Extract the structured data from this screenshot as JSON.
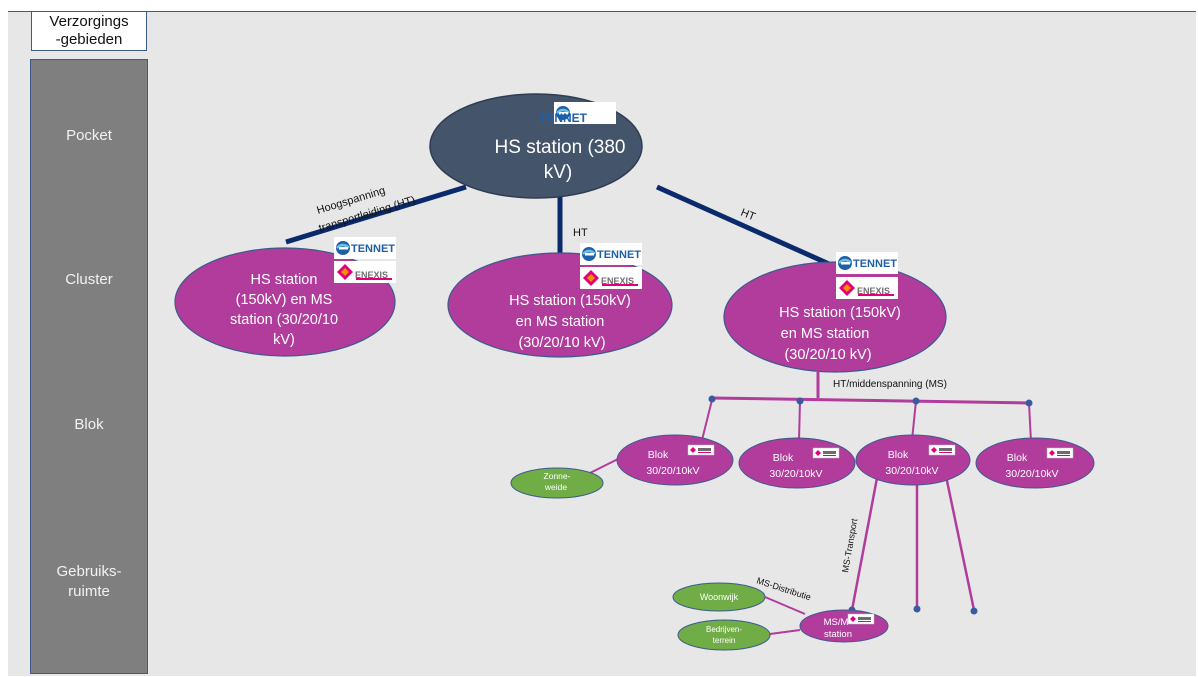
{
  "header": {
    "line1": "Verzorgings",
    "line2": "-gebieden"
  },
  "levels": {
    "pocket": "Pocket",
    "cluster": "Cluster",
    "blok": "Blok",
    "gebruiks_line1": "Gebruiks-",
    "gebruiks_line2": "ruimte"
  },
  "nodes": {
    "hs380": {
      "line1": "HS station (380",
      "line2": "kV)"
    },
    "cluster1": {
      "line1": "HS station",
      "line2": "(150kV) en MS",
      "line3": "station (30/20/10",
      "line4": "kV)"
    },
    "cluster2": {
      "line1": "HS station (150kV)",
      "line2": "en MS station",
      "line3": "(30/20/10 kV)"
    },
    "cluster3": {
      "line1": "HS station (150kV)",
      "line2": "en MS station",
      "line3": "(30/20/10 kV)"
    },
    "blok1": {
      "line1": "Blok",
      "line2": "30/20/10kV"
    },
    "blok2": {
      "line1": "Blok",
      "line2": "30/20/10kV"
    },
    "blok3": {
      "line1": "Blok",
      "line2": "30/20/10kV"
    },
    "blok4": {
      "line1": "Blok",
      "line2": "30/20/10kV"
    },
    "zonneweide": {
      "line1": "Zonne-",
      "line2": "weide"
    },
    "woonwijk": "Woonwijk",
    "bedrijventerrein": {
      "line1": "Bedrijven-",
      "line2": "terrein"
    },
    "msms": {
      "line1": "MS/M",
      "line2": "station"
    }
  },
  "edge_labels": {
    "ht_line1": "Hoogspanning",
    "ht_line2": "transportleiding (HT)",
    "ht_mid": "HT",
    "ht_right": "HT",
    "ht_ms": "HT/middenspanning  (MS)",
    "ms_transport": "MS-Transport",
    "ms_distributie": "MS-Distributie"
  },
  "logos": {
    "tennet": "TENNET",
    "enexis": "ENEXIS"
  },
  "colors": {
    "hs380": "#44546a",
    "cluster": "#b13c9c",
    "green": "#70ad47",
    "ht_line": "#0b2a6b",
    "ms_line": "#b13c9c",
    "level_bar": "#7f7f7f",
    "background": "#e7e7e7"
  }
}
